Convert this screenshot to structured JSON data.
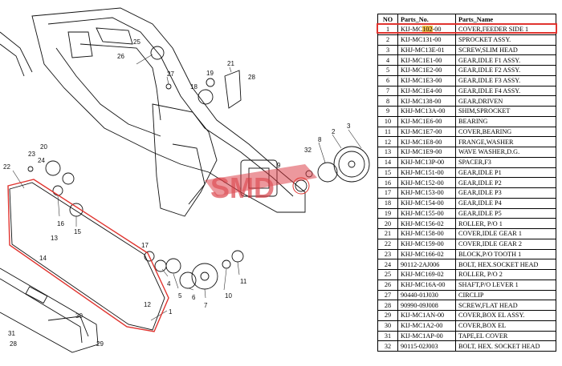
{
  "table": {
    "headers": [
      "NO",
      "Parts_No.",
      "Parts_Name"
    ],
    "rows": [
      [
        "1",
        "KIJ-MC102-00",
        "COVER,FEEDER SIDE 1"
      ],
      [
        "2",
        "KIJ-MC131-00",
        "SPROCKET ASSY."
      ],
      [
        "3",
        "KHJ-MC13E-01",
        "SCREW,SLIM HEAD"
      ],
      [
        "4",
        "KIJ-MC1E1-00",
        "GEAR,IDLE F1 ASSY."
      ],
      [
        "5",
        "KIJ-MC1E2-00",
        "GEAR,IDLE F2 ASSY."
      ],
      [
        "6",
        "KIJ-MC1E3-00",
        "GEAR,IDLE F3 ASSY."
      ],
      [
        "7",
        "KIJ-MC1E4-00",
        "GEAR,IDLE F4 ASSY."
      ],
      [
        "8",
        "KIJ-MC138-00",
        "GEAR,DRIVEN"
      ],
      [
        "9",
        "KHJ-MC13A-00",
        "SHIM,SPROCKET"
      ],
      [
        "10",
        "KIJ-MC1E6-00",
        "BEARING"
      ],
      [
        "11",
        "KIJ-MC1E7-00",
        "COVER,BEARING"
      ],
      [
        "12",
        "KIJ-MC1E8-00",
        "FRANGE,WASHER"
      ],
      [
        "13",
        "KIJ-MC1E9-00",
        "WAVE WASHER,D.G."
      ],
      [
        "14",
        "KHJ-MC13P-00",
        "SPACER,F3"
      ],
      [
        "15",
        "KHJ-MC151-00",
        "GEAR,IDLE P1"
      ],
      [
        "16",
        "KHJ-MC152-00",
        "GEAR,IDLE P2"
      ],
      [
        "17",
        "KHJ-MC153-00",
        "GEAR,IDLE P3"
      ],
      [
        "18",
        "KHJ-MC154-00",
        "GEAR,IDLE P4"
      ],
      [
        "19",
        "KHJ-MC155-00",
        "GEAR,IDLE P5"
      ],
      [
        "20",
        "KHJ-MC156-02",
        "ROLLER, P/O 1"
      ],
      [
        "21",
        "KHJ-MC158-00",
        "COVER,IDLE GEAR 1"
      ],
      [
        "22",
        "KHJ-MC159-00",
        "COVER,IDLE GEAR 2"
      ],
      [
        "23",
        "KHJ-MC166-02",
        "BLOCK,P/O TOOTH 1"
      ],
      [
        "24",
        "90112-2AJ006",
        "BOLT, HEX.SOCKET HEAD"
      ],
      [
        "25",
        "KHJ-MC169-02",
        "ROLLER, P/O 2"
      ],
      [
        "26",
        "KHJ-MC16A-00",
        "SHAFT,P/O  LEVER 1"
      ],
      [
        "27",
        "90440-01J030",
        "CIRCLIP"
      ],
      [
        "28",
        "90990-09J008",
        "SCREW,FLAT HEAD"
      ],
      [
        "29",
        "KIJ-MC1AN-00",
        "COVER,BOX EL ASSY."
      ],
      [
        "30",
        "KIJ-MC1A2-00",
        "COVER,BOX EL"
      ],
      [
        "31",
        "KIJ-MC1AP-00",
        "TAPE,EL COVER"
      ],
      [
        "32",
        "90115-02J003",
        "BOLT, HEX. SOCKET HEAD"
      ]
    ],
    "highlight_row": 0
  },
  "drawing": {
    "callouts": [
      "1",
      "2",
      "3",
      "4",
      "5",
      "6",
      "7",
      "8",
      "9",
      "10",
      "11",
      "12",
      "13",
      "14",
      "15",
      "16",
      "17",
      "18",
      "19",
      "20",
      "21",
      "22",
      "23",
      "24",
      "25",
      "26",
      "27",
      "28",
      "29",
      "30",
      "31",
      "32"
    ],
    "watermark": "SMD",
    "colors": {
      "highlight_box": "#e0342f",
      "watermark": "#d9363e",
      "part_number_highlight": "#f2c14e"
    }
  }
}
